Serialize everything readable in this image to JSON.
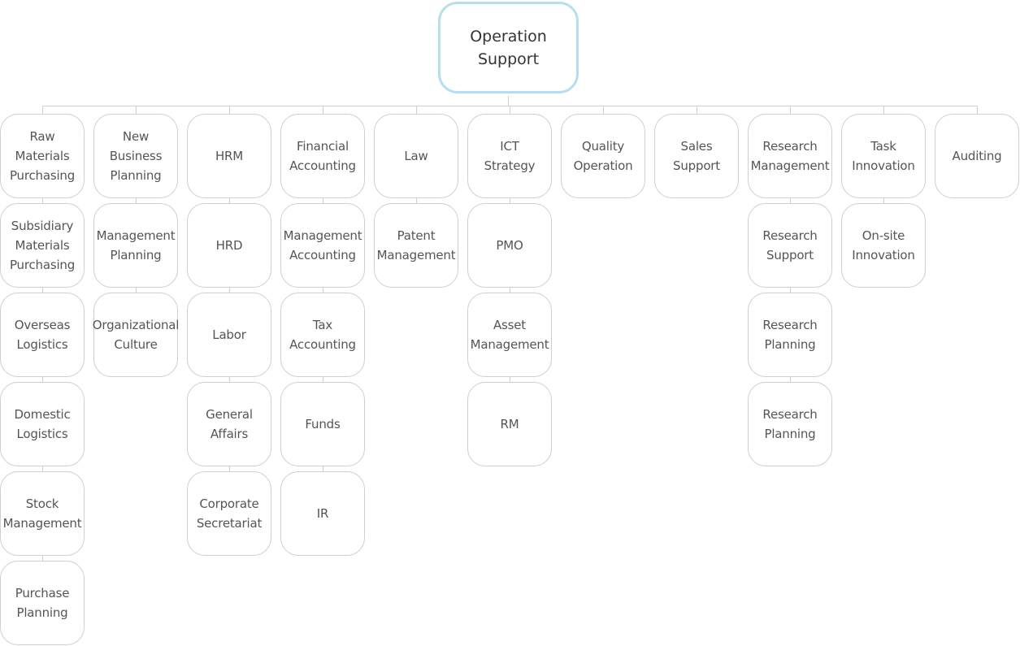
{
  "colors": {
    "root_border": "#b5dff0",
    "node_border": "#cfcfcf",
    "connector": "#cfcfcf",
    "root_text": "#333333",
    "node_text": "#555555"
  },
  "root": {
    "label": "Operation\nSupport"
  },
  "departments": [
    {
      "label": "Raw\nMaterials\nPurchasing",
      "children": [
        {
          "label": "Subsidiary\nMaterials\nPurchasing"
        },
        {
          "label": "Overseas\nLogistics"
        },
        {
          "label": "Domestic\nLogistics"
        },
        {
          "label": "Stock\nManagement"
        },
        {
          "label": "Purchase\nPlanning"
        }
      ]
    },
    {
      "label": "New\nBusiness\nPlanning",
      "children": [
        {
          "label": "Management\nPlanning"
        },
        {
          "label": "Organizational\nCulture"
        }
      ]
    },
    {
      "label": "HRM",
      "children": [
        {
          "label": "HRD"
        },
        {
          "label": "Labor"
        },
        {
          "label": "General\nAffairs"
        },
        {
          "label": "Corporate\nSecretariat"
        }
      ]
    },
    {
      "label": "Financial\nAccounting",
      "children": [
        {
          "label": "Management\nAccounting"
        },
        {
          "label": "Tax\nAccounting"
        },
        {
          "label": "Funds"
        },
        {
          "label": "IR"
        }
      ]
    },
    {
      "label": "Law",
      "children": [
        {
          "label": "Patent\nManagement"
        }
      ]
    },
    {
      "label": "ICT\nStrategy",
      "children": [
        {
          "label": "PMO"
        },
        {
          "label": "Asset\nManagement"
        },
        {
          "label": "RM"
        }
      ]
    },
    {
      "label": "Quality\nOperation",
      "children": []
    },
    {
      "label": "Sales\nSupport",
      "children": []
    },
    {
      "label": "Research\nManagement",
      "children": [
        {
          "label": "Research\nSupport"
        },
        {
          "label": "Research\nPlanning"
        },
        {
          "label": "Research\nPlanning"
        }
      ]
    },
    {
      "label": "Task\nInnovation",
      "children": [
        {
          "label": "On-site\nInnovation"
        }
      ]
    },
    {
      "label": "Auditing",
      "children": []
    }
  ]
}
